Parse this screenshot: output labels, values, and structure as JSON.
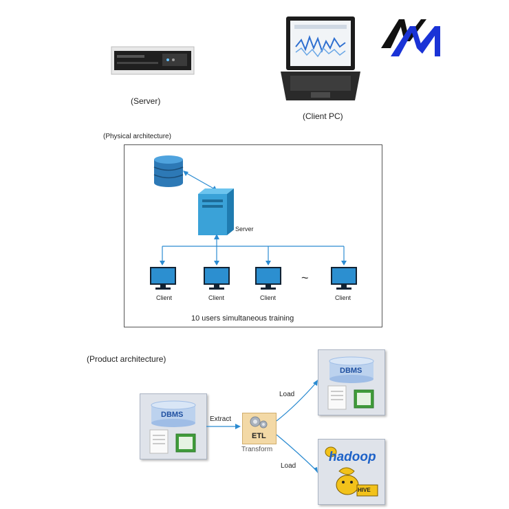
{
  "top": {
    "server_caption": "(Server)",
    "client_pc_caption": "(Client PC)"
  },
  "physical": {
    "title": "(Physical architecture)",
    "server_label": "Server",
    "clients": [
      "Client",
      "Client",
      "Client",
      "Client"
    ],
    "tilde": "~",
    "footer": "10 users simultaneous training"
  },
  "product": {
    "title": "(Product architecture)",
    "source_db": "DBMS",
    "target_db": "DBMS",
    "extract": "Extract",
    "etl": "ETL",
    "transform": "Transform",
    "load_top": "Load",
    "load_bottom": "Load",
    "hadoop": "hadoop",
    "hive": "HIVE"
  },
  "colors": {
    "accent_blue": "#2b8bd1",
    "logo_blue": "#1a33d6",
    "logo_black": "#111111",
    "etl_fill": "#f3d9a6"
  }
}
